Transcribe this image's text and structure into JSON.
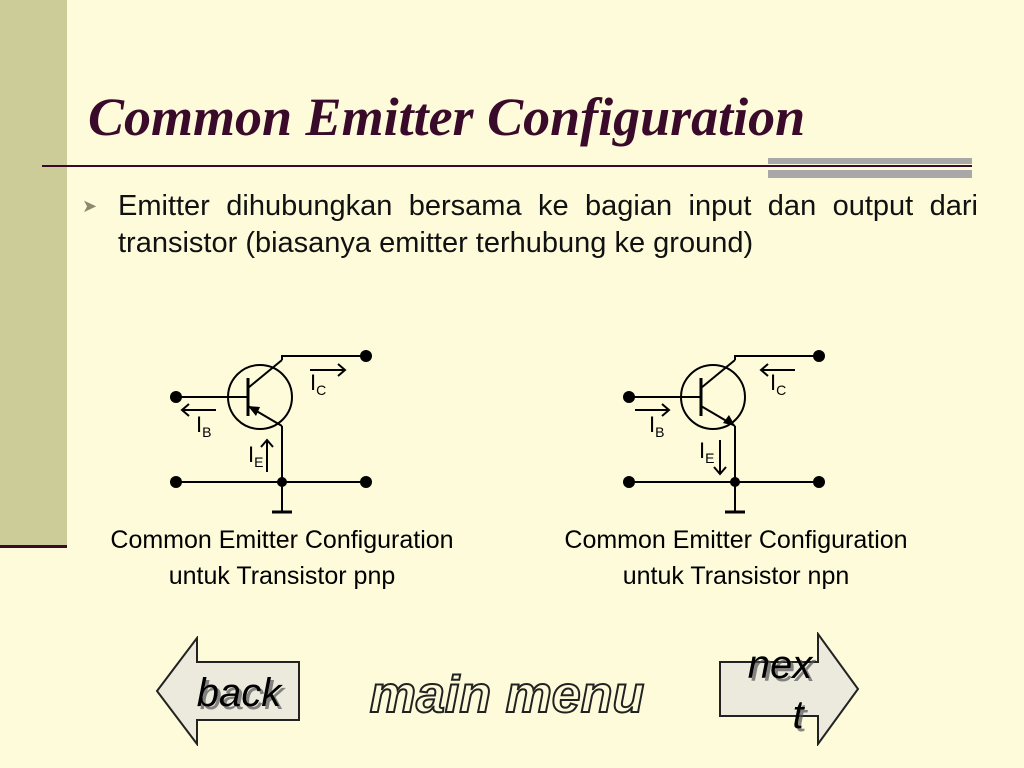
{
  "slide": {
    "title": "Common Emitter Configuration",
    "bullet": "Emitter dihubungkan bersama ke bagian input dan output dari transistor (biasanya emitter terhubung ke ground)"
  },
  "diagram_pnp": {
    "caption_line1": "Common Emitter Configuration",
    "caption_line2": "untuk Transistor pnp",
    "ic_label": "I",
    "ic_sub": "C",
    "ib_label": "I",
    "ib_sub": "B",
    "ie_label": "I",
    "ie_sub": "E"
  },
  "diagram_npn": {
    "caption_line1": "Common Emitter Configuration",
    "caption_line2": "untuk Transistor npn",
    "ic_label": "I",
    "ic_sub": "C",
    "ib_label": "I",
    "ib_sub": "B",
    "ie_label": "I",
    "ie_sub": "E"
  },
  "nav": {
    "back_label": "back",
    "main_menu_label": "main menu",
    "next_label_line1": "nex",
    "next_label_line2": "t"
  },
  "colors": {
    "background": "#fdfbd9",
    "sidebar": "#cccc99",
    "title": "#3a0a2a",
    "nav_fill": "#eceadc"
  }
}
